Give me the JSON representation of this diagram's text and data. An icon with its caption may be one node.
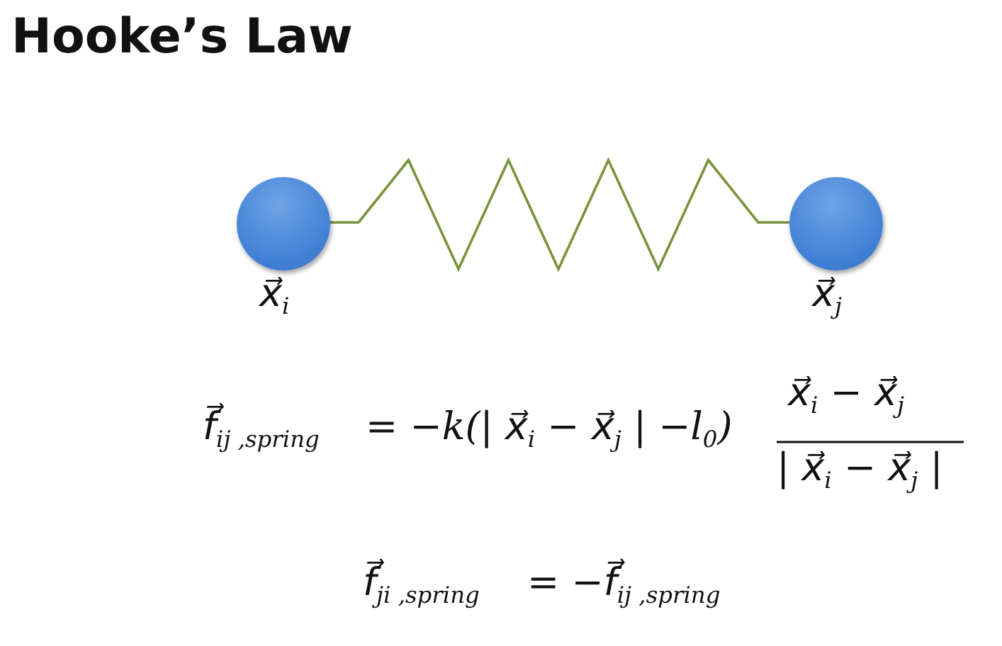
{
  "diagram": {
    "title": "Hooke’s Law",
    "nodes": [
      {
        "text": [],
        "shape": "circle",
        "beside": [
          "x⃗$_{i}$"
        ]
      },
      {
        "text": [],
        "shape": "circle",
        "beside": [
          "x⃗$_{j}$"
        ]
      }
    ],
    "edges": [
      {
        "from": 0,
        "to": 1,
        "arrow": "none"
      }
    ],
    "labels": [
      "f⃗$_{ij ,spring}$",
      "= −k(| x⃗$_{i}$ − x⃗$_{j}$ | −l$_{0}$)",
      "x⃗$_{i}$ − x⃗$_{j}$",
      "| x⃗$_{i}$ − x⃗$_{j}$ |",
      "f⃗$_{ji ,spring}$",
      "= −f⃗$_{ij ,spring}$"
    ]
  }
}
